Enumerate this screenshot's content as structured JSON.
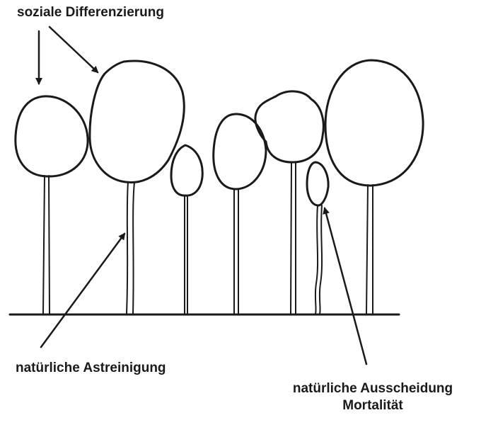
{
  "labels": {
    "social_differentiation": "soziale Differenzierung",
    "natural_pruning": "natürliche Astreinigung",
    "natural_selection": "natürliche Ausscheidung",
    "mortality": "Mortalität"
  },
  "style": {
    "line_color": "#1a1a1a",
    "background": "#ffffff"
  },
  "trees": [
    {
      "id": "tree-1",
      "size": "medium"
    },
    {
      "id": "tree-2",
      "size": "large"
    },
    {
      "id": "tree-3",
      "size": "small"
    },
    {
      "id": "tree-4",
      "size": "medium"
    },
    {
      "id": "tree-5",
      "size": "medium"
    },
    {
      "id": "tree-6",
      "size": "small",
      "state": "dying"
    },
    {
      "id": "tree-7",
      "size": "large"
    }
  ]
}
